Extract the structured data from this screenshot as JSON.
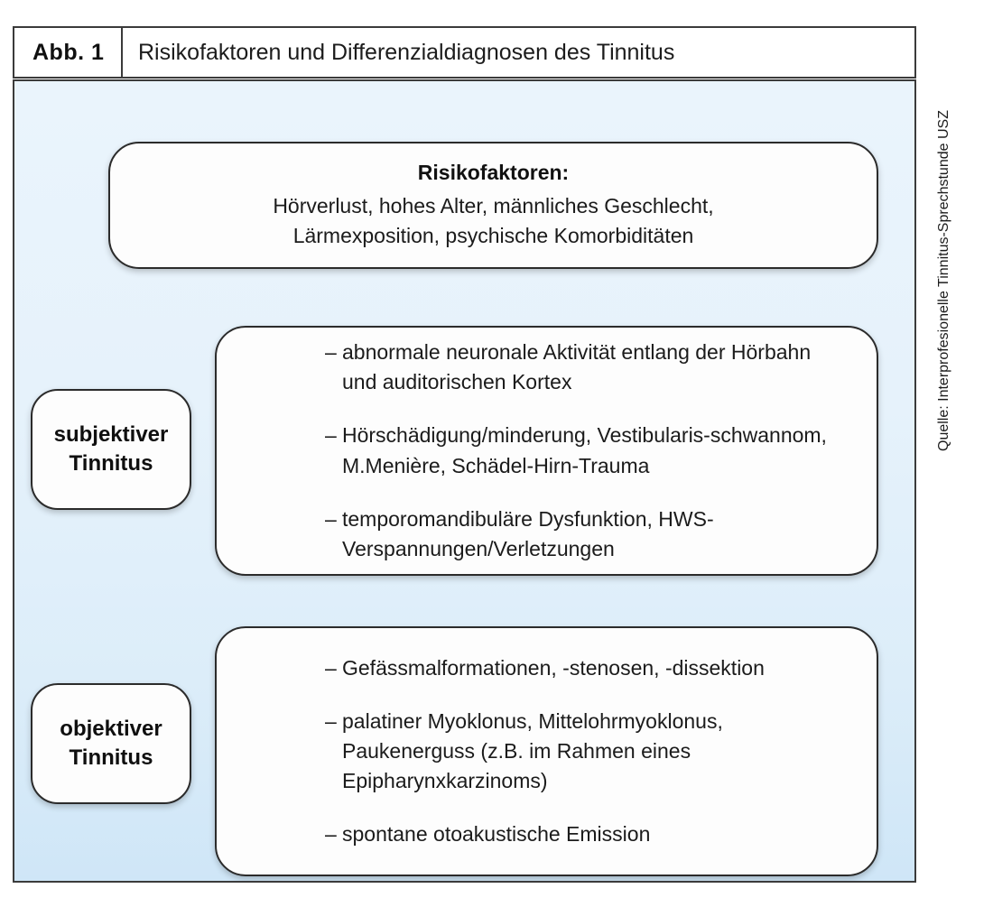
{
  "figure": {
    "number_label": "Abb. 1",
    "title": "Risikofaktoren und Differenzialdiagnosen des Tinnitus"
  },
  "risk_factors": {
    "heading": "Risikofaktoren:",
    "line_1": "Hörverlust, hohes Alter, männliches Geschlecht,",
    "line_2": "Lärmexposition, psychische Komorbiditäten"
  },
  "subjective": {
    "label_line_1": "subjektiver",
    "label_line_2": "Tinnitus",
    "dash": "–",
    "items": [
      "abnormale neuronale Aktivität entlang der Hörbahn und auditorischen Kortex",
      "Hörschädigung/minderung, Vestibularis-schwannom, M.Menière, Schädel-Hirn-Trauma",
      "temporomandibuläre Dysfunktion, HWS-Verspannungen/Verletzungen"
    ]
  },
  "objective": {
    "label_line_1": "objektiver",
    "label_line_2": "Tinnitus",
    "dash": "–",
    "items": [
      "Gefässmalformationen, -stenosen, -dissektion",
      "palatiner Myoklonus, Mittelohrmyoklonus, Paukenerguss (z.B. im Rahmen eines Epipharynxkarzinoms)",
      "spontane otoakustische Emission"
    ]
  },
  "source": {
    "credit": "Quelle: Interprofesionelle Tinnitus-Sprechstunde USZ"
  },
  "colors": {
    "panel_background": "#e6f2fb",
    "card_background": "#fdfdfd",
    "border": "#2b2b2b",
    "text": "#1b1b1b"
  }
}
